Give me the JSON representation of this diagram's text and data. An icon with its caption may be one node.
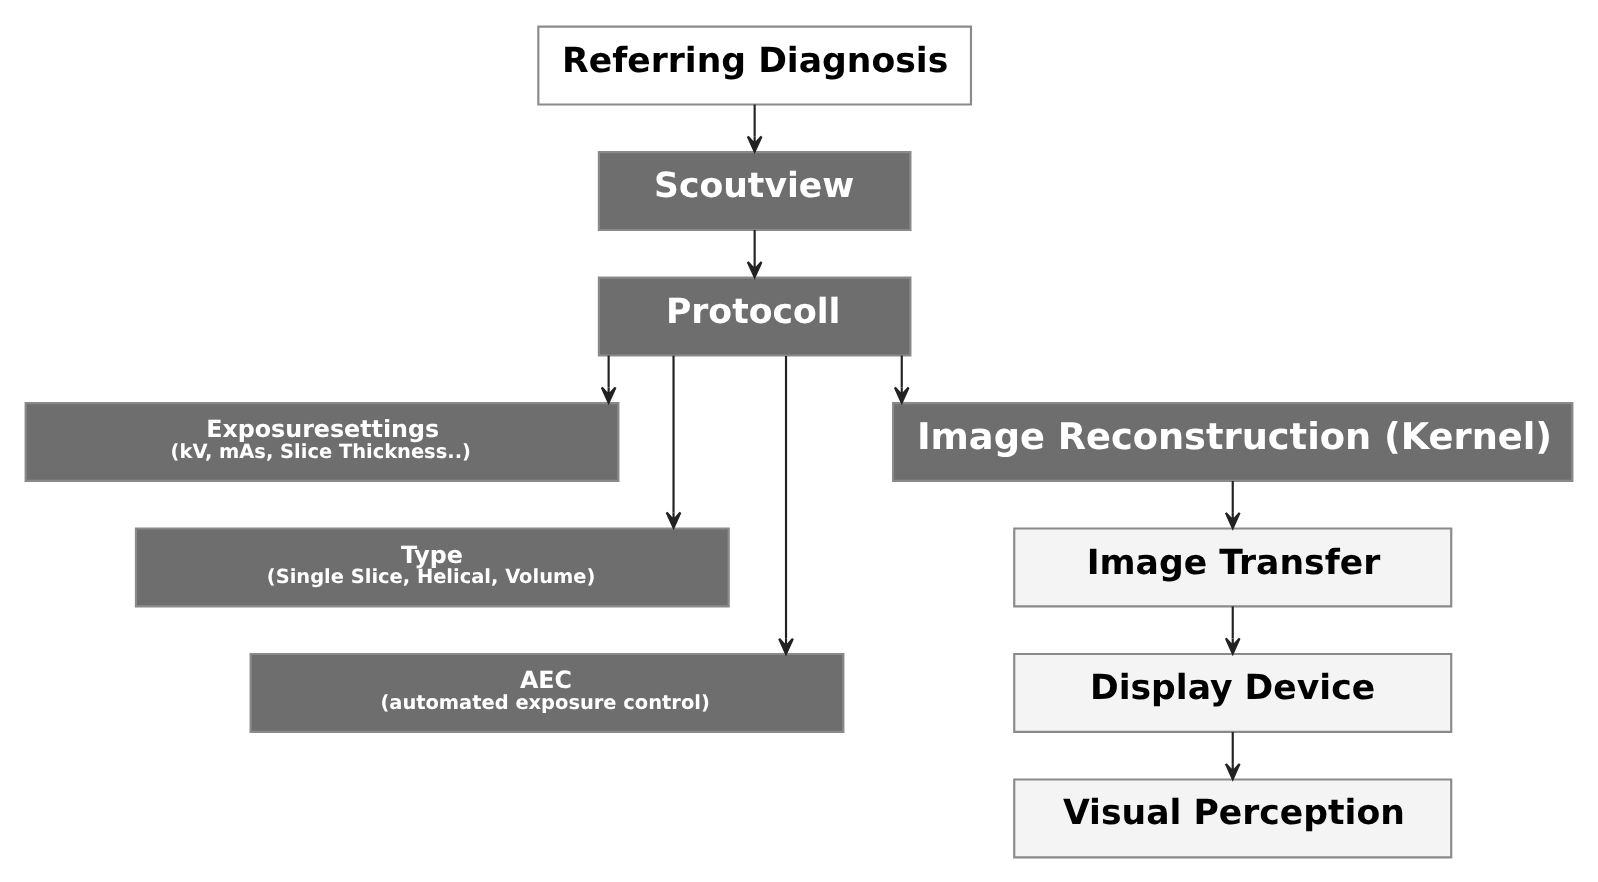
{
  "diagram": {
    "nodes": [
      {
        "text": [
          "Referring Diagnosis"
        ]
      },
      {
        "text": [
          "Scoutview"
        ]
      },
      {
        "text": [
          "Protocoll"
        ]
      },
      {
        "text": [
          "Exposuresettings",
          "(kV, mAs, Slice Thickness..)"
        ]
      },
      {
        "text": [
          "Type",
          "(Single Slice, Helical, Volume)"
        ]
      },
      {
        "text": [
          "AEC",
          "(automated exposure control)"
        ]
      },
      {
        "text": [
          "Image Reconstruction (Kernel)"
        ]
      },
      {
        "text": [
          "Image Transfer"
        ]
      },
      {
        "text": [
          "Display Device"
        ]
      },
      {
        "text": [
          "Visual Perception"
        ]
      }
    ],
    "edges": [
      {
        "from": 0,
        "to": 1,
        "arrow": "to"
      },
      {
        "from": 1,
        "to": 2,
        "arrow": "to"
      },
      {
        "from": 2,
        "to": 3,
        "arrow": "to"
      },
      {
        "from": 2,
        "to": 4,
        "arrow": "to"
      },
      {
        "from": 2,
        "to": 5,
        "arrow": "to"
      },
      {
        "from": 2,
        "to": 6,
        "arrow": "to"
      },
      {
        "from": 6,
        "to": 7,
        "arrow": "to"
      },
      {
        "from": 7,
        "to": 8,
        "arrow": "to"
      },
      {
        "from": 8,
        "to": 9,
        "arrow": "to"
      }
    ]
  }
}
